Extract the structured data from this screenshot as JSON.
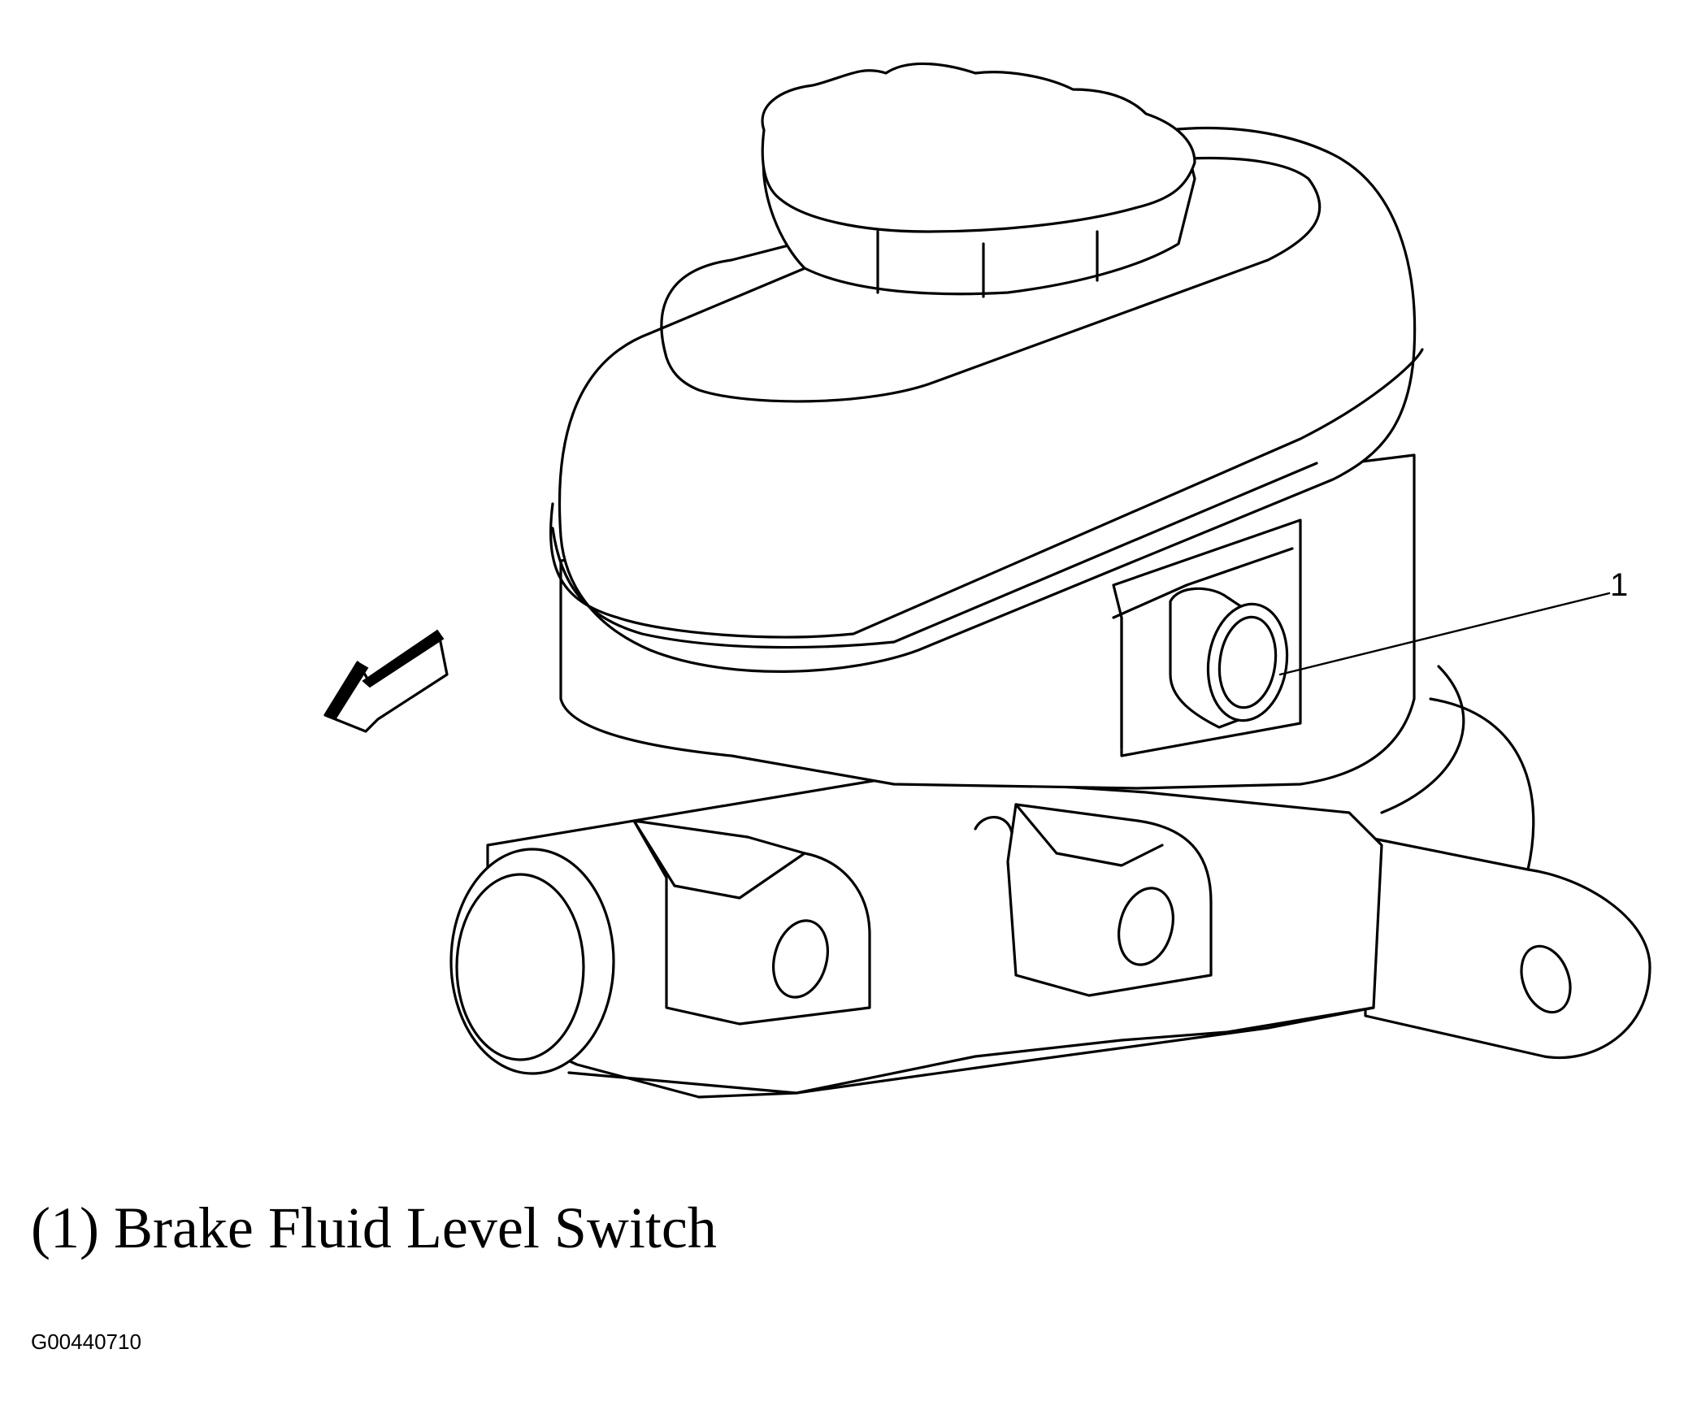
{
  "callout": {
    "number": "1"
  },
  "caption": "(1) Brake Fluid Level Switch",
  "figure_id": "G00440710",
  "parts": [
    "reservoir-cap",
    "fluid-reservoir",
    "master-cylinder-body",
    "mounting-flange",
    "brake-fluid-level-switch",
    "direction-arrow"
  ]
}
